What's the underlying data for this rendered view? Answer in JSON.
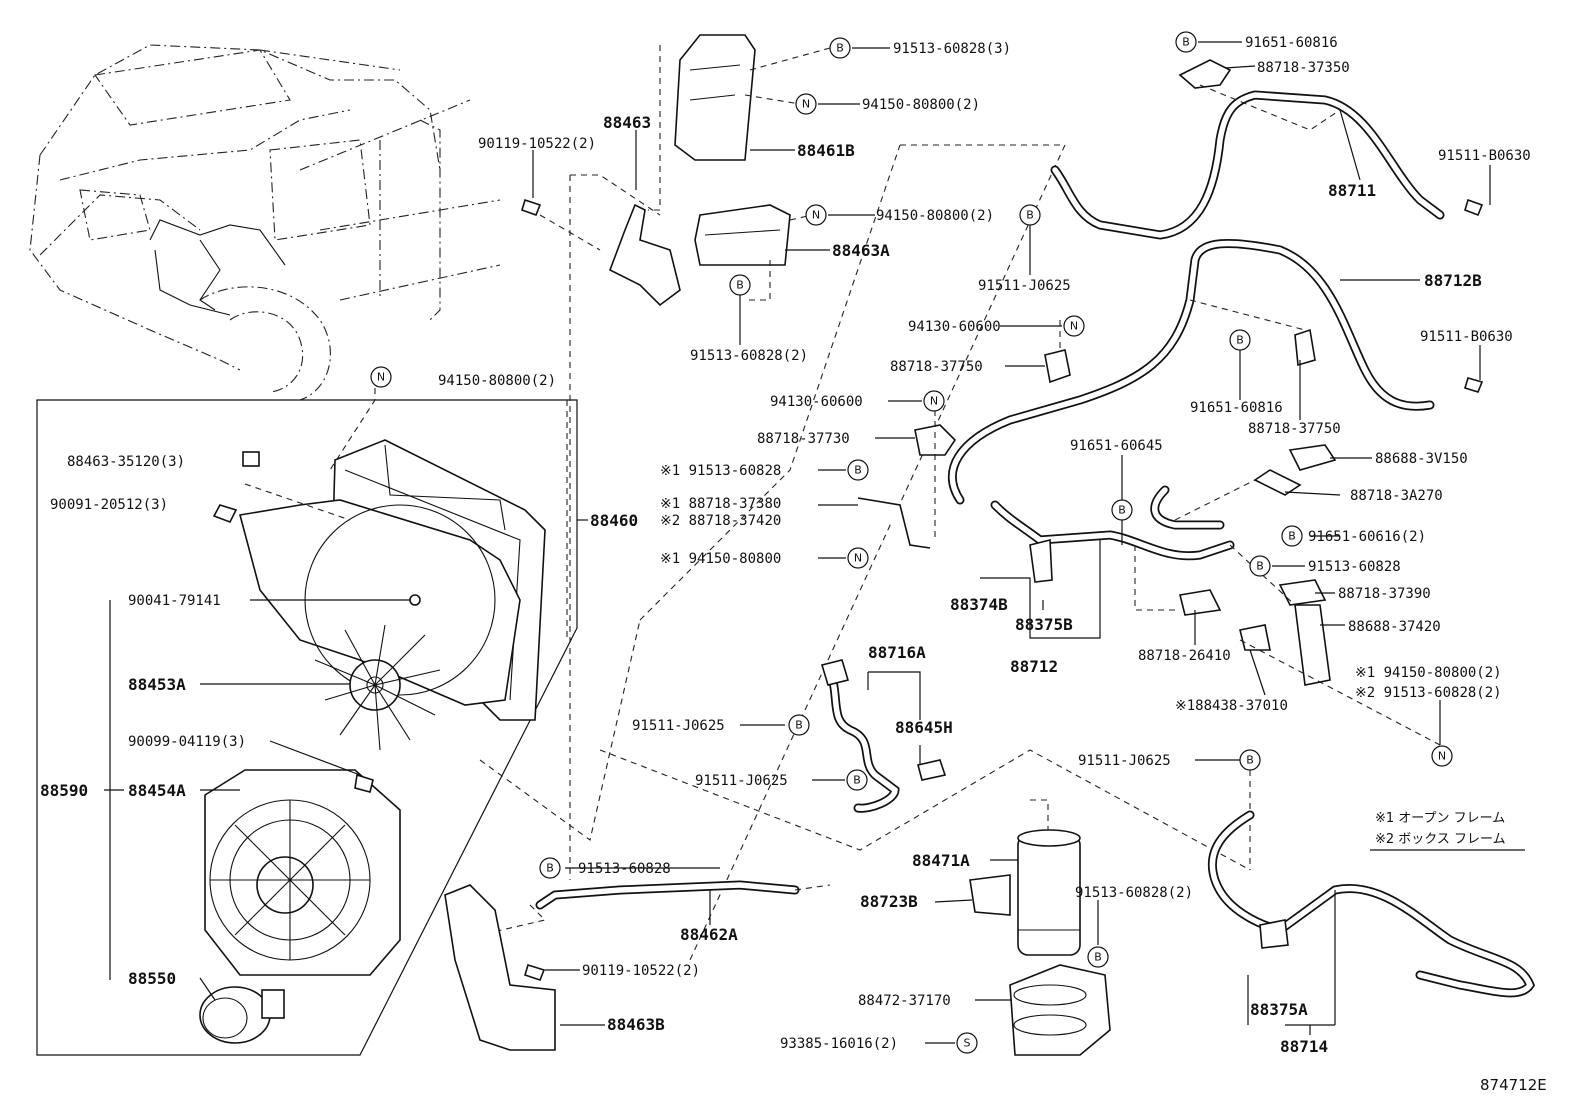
{
  "diagram_ref": "874712E",
  "notes": [
    "※1 オープン フレーム",
    "※2 ボックス フレーム"
  ],
  "markers": {
    "B": "B",
    "N": "N",
    "S": "S"
  },
  "labels": {
    "p91513_60828_3": "91513-60828(3)",
    "p94150_80800_2_top": "94150-80800(2)",
    "p88463": "88463",
    "p88461B": "88461B",
    "p90119_10522_2_top": "90119-10522(2)",
    "p94150_80800_2_mid": "94150-80800(2)",
    "p88463A": "88463A",
    "p91513_60828_2_top": "91513-60828(2)",
    "p91651_60816_top": "91651-60816",
    "p88718_37350": "88718-37350",
    "p88711": "88711",
    "p91511_B0630_top": "91511-B0630",
    "p91511_J0625_top": "91511-J0625",
    "p88712B": "88712B",
    "p91511_B0630_mid": "91511-B0630",
    "p94130_60600_a": "94130-60600",
    "p88718_37750_a": "88718-37750",
    "p91651_60816_mid": "91651-60816",
    "p88718_37750_b": "88718-37750",
    "p94130_60600_b": "94130-60600",
    "p88718_37730": "88718-37730",
    "p91513_60828_s1": "※1 91513-60828",
    "p88718_37380_s1": "※1 88718-37380",
    "p88718_37420_s2": "※2 88718-37420",
    "p94150_80800_s1": "※1 94150-80800",
    "p91651_60645": "91651-60645",
    "p88688_3V150": "88688-3V150",
    "p88718_3A270": "88718-3A270",
    "p91651_60616_2": "91651-60616(2)",
    "p91513_60828_r": "91513-60828",
    "p88718_37390": "88718-37390",
    "p88374B": "88374B",
    "p88375B": "88375B",
    "p88712": "88712",
    "p88718_26410": "88718-26410",
    "p88688_37420": "88688-37420",
    "p94150_80800_2_s1": "※1 94150-80800(2)",
    "p91513_60828_2_s2": "※2 91513-60828(2)",
    "p88438_37010_s1": "※188438-37010",
    "p94150_80800_2_box": "94150-80800(2)",
    "p88463_35120_3": "88463-35120(3)",
    "p90091_20512_3": "90091-20512(3)",
    "p88460": "88460",
    "p90041_79141": "90041-79141",
    "p88453A": "88453A",
    "p90099_04119_3": "90099-04119(3)",
    "p88590": "88590",
    "p88454A": "88454A",
    "p88550": "88550",
    "p88716A": "88716A",
    "p91511_J0625_a": "91511-J0625",
    "p88645H": "88645H",
    "p91511_J0625_b": "91511-J0625",
    "p91511_J0625_c": "91511-J0625",
    "p91513_60828_low": "91513-60828",
    "p88462A": "88462A",
    "p90119_10522_2_low": "90119-10522(2)",
    "p88463B": "88463B",
    "p88471A": "88471A",
    "p88723B": "88723B",
    "p91513_60828_2_low": "91513-60828(2)",
    "p88472_37170": "88472-37170",
    "p93385_16016_2": "93385-16016(2)",
    "p88375A": "88375A",
    "p88714": "88714"
  }
}
